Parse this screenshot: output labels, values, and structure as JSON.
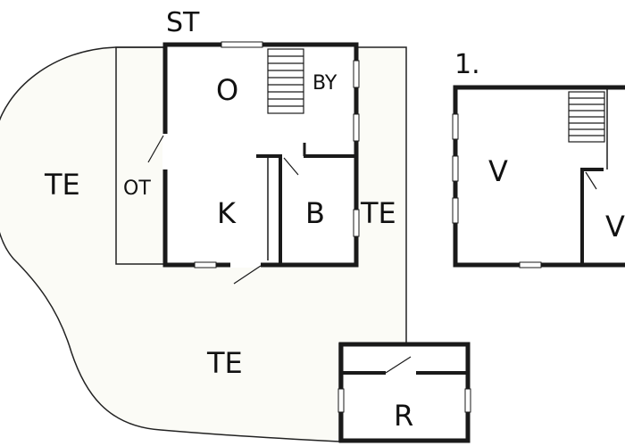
{
  "colors": {
    "background": "#ffffff",
    "wall": "#1a1a1a",
    "terrace_fill": "#fbfbf6",
    "outline": "#222222"
  },
  "floors": [
    {
      "heading": "ST",
      "rooms": {
        "o": "O",
        "by": "BY",
        "ot": "OT",
        "k": "K",
        "b": "B"
      }
    },
    {
      "heading": "1.",
      "rooms": {
        "v1": "V",
        "v2": "V"
      }
    }
  ],
  "terrace": {
    "label_west": "TE",
    "label_east": "TE",
    "label_south": "TE"
  },
  "shed": {
    "label": "R"
  }
}
